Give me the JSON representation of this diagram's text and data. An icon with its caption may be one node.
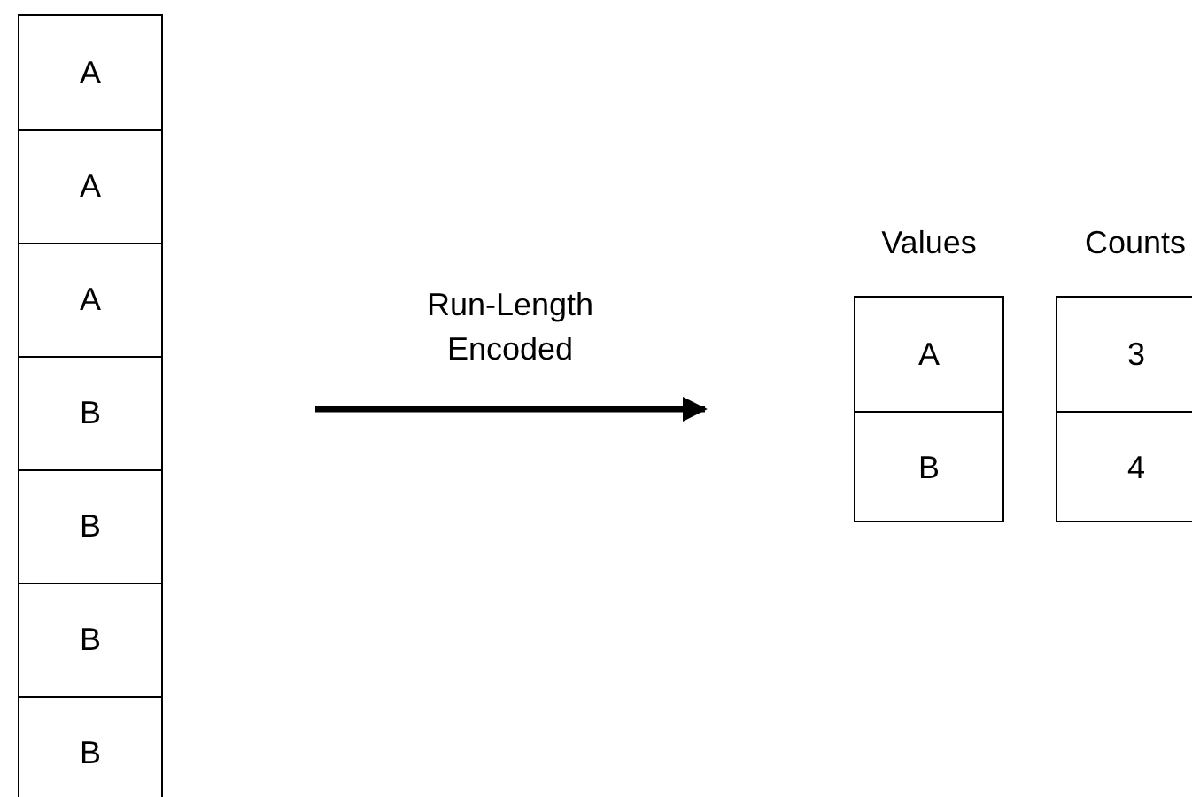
{
  "diagram": {
    "nodes": [
      {
        "text": [],
        "shape": "box"
      },
      {
        "text": [
          "A"
        ],
        "in": 0
      },
      {
        "text": [
          "A"
        ],
        "in": 0
      },
      {
        "text": [
          "A"
        ],
        "in": 0
      },
      {
        "text": [
          "B"
        ],
        "in": 0
      },
      {
        "text": [
          "B"
        ],
        "in": 0
      },
      {
        "text": [
          "B"
        ],
        "in": 0
      },
      {
        "text": [
          "B"
        ],
        "in": 0
      },
      {
        "text": [
          "Values"
        ]
      },
      {
        "text": [
          "A"
        ],
        "in": 8
      },
      {
        "text": [
          "B"
        ],
        "in": 8
      },
      {
        "text": [
          "Counts"
        ]
      },
      {
        "text": [
          "3"
        ],
        "in": 11
      },
      {
        "text": [
          "4"
        ],
        "in": 11
      }
    ],
    "labels": [
      "Run-Length Encoded"
    ]
  }
}
